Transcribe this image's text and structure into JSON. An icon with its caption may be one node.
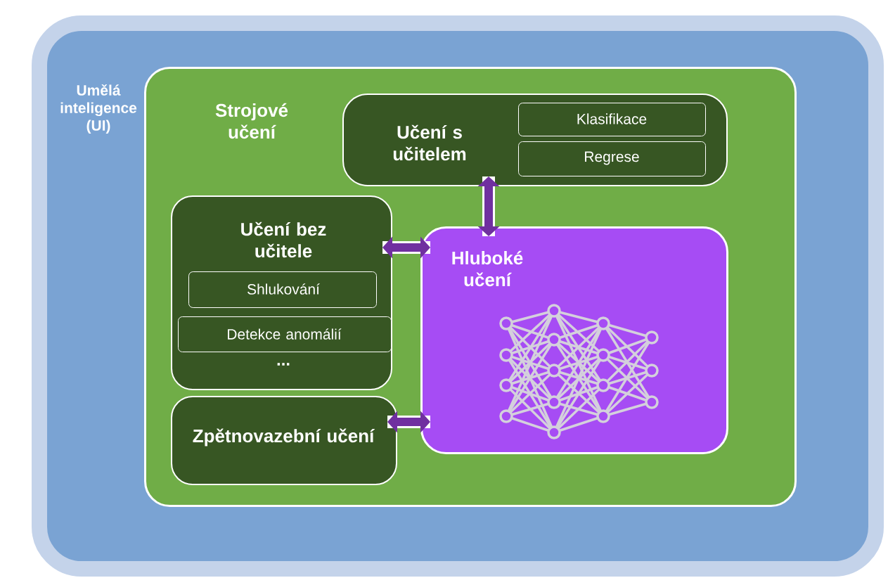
{
  "diagram": {
    "nodes": [
      {
        "text": [
          "Umělá inteligence (UI)"
        ]
      },
      {
        "text": [
          "Strojové učení"
        ],
        "in": 0
      },
      {
        "text": [
          "Učení s učitelem"
        ],
        "in": 1
      },
      {
        "text": [
          "Klasifikace"
        ],
        "in": 2
      },
      {
        "text": [
          "Regrese"
        ],
        "in": 2
      },
      {
        "text": [
          "Učení bez učitele",
          "..."
        ],
        "in": 1
      },
      {
        "text": [
          "Shlukování"
        ],
        "in": 5
      },
      {
        "text": [
          "Detekce anomálií"
        ],
        "in": 5
      },
      {
        "text": [
          "Zpětnovazební učení"
        ],
        "in": 1
      },
      {
        "text": [
          "Hluboké učení"
        ],
        "in": 1
      }
    ],
    "edges": [
      {
        "from": 2,
        "to": 9,
        "arrow": "both"
      },
      {
        "from": 5,
        "to": 9,
        "arrow": "both"
      },
      {
        "from": 8,
        "to": 9,
        "arrow": "both"
      }
    ]
  }
}
